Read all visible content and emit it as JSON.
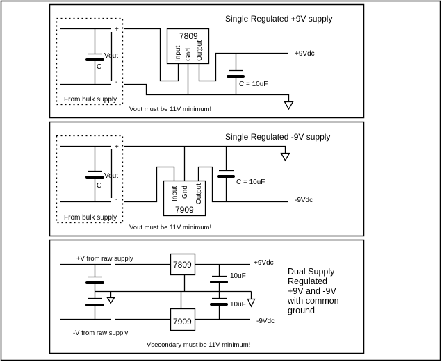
{
  "colors": {
    "line": "#000000",
    "background": "#ffffff"
  },
  "panel_positive": {
    "title": "Single Regulated +9V supply",
    "regulator": "7809",
    "pins": {
      "input": "Input",
      "gnd": "Gnd",
      "output": "Output"
    },
    "plus": "+",
    "minus": "-",
    "vout_label": "Vout",
    "cap_label": "C",
    "bulk_label": "From bulk supply",
    "out_cap_label": "C = 10uF",
    "output_label": "+9Vdc",
    "note": "Vout must be 11V minimum!"
  },
  "panel_negative": {
    "title": "Single Regulated -9V supply",
    "regulator": "7909",
    "pins": {
      "input": "Input",
      "gnd": "Gnd",
      "output": "Output"
    },
    "plus": "+",
    "minus": "-",
    "vout_label": "Vout",
    "cap_label": "C",
    "bulk_label": "From bulk supply",
    "out_cap_label": "C = 10uF",
    "output_label": "-9Vdc",
    "note": "Vout must be 11V minimum!"
  },
  "panel_dual": {
    "pos_input_label": "+V  from raw supply",
    "neg_input_label": "-V  from raw supply",
    "pos_regulator": "7809",
    "neg_regulator": "7909",
    "pos_cap_label": "10uF",
    "neg_cap_label": "10uF",
    "pos_output_label": "+9Vdc",
    "neg_output_label": "-9Vdc",
    "description": [
      "Dual Supply -",
      "Regulated",
      "+9V and -9V",
      "with common",
      "ground"
    ],
    "note": "Vsecondary must be 11V minimum!"
  }
}
